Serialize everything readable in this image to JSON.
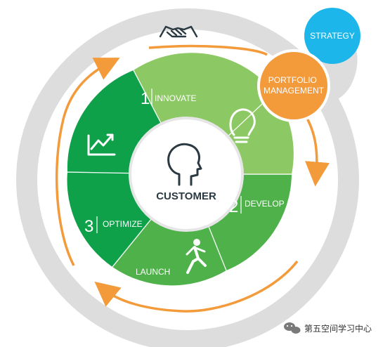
{
  "diagram": {
    "center": {
      "label": "CUSTOMER"
    },
    "stages": [
      {
        "number": "1",
        "label": "INNOVATE"
      },
      {
        "number": "2",
        "label": "DEVELOP"
      },
      {
        "number": "3",
        "label": "OPTIMIZE"
      },
      {
        "number": "",
        "label": "LAUNCH"
      }
    ],
    "circles": {
      "strategy": "STRATEGY",
      "portfolio": "PORTFOLIO\nMANAGEMENT"
    },
    "colors": {
      "ring": "#dcdcdc",
      "green_light": "#8cc863",
      "green_mid": "#4fb14a",
      "green_dark": "#0ea14a",
      "orange": "#f39a3b",
      "blue": "#1cb6ea"
    },
    "icons": [
      "handshake-icon",
      "lightbulb-icon",
      "running-person-icon",
      "chart-up-icon",
      "head-icon",
      "wechat-icon"
    ]
  },
  "watermark": {
    "text": "第五空间学习中心"
  }
}
